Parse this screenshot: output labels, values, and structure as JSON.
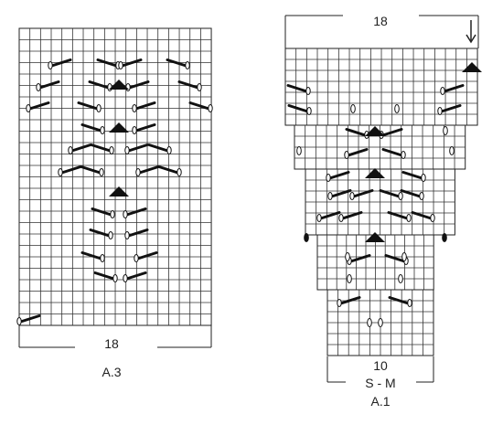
{
  "charts": [
    {
      "id": "a3",
      "name": "A.3",
      "width_label": "18",
      "size_label": "",
      "arrow": false
    },
    {
      "id": "a1",
      "name": "A.1",
      "width_label": "18",
      "bottom_label": "10",
      "size_label": "S - M",
      "arrow": true
    }
  ]
}
